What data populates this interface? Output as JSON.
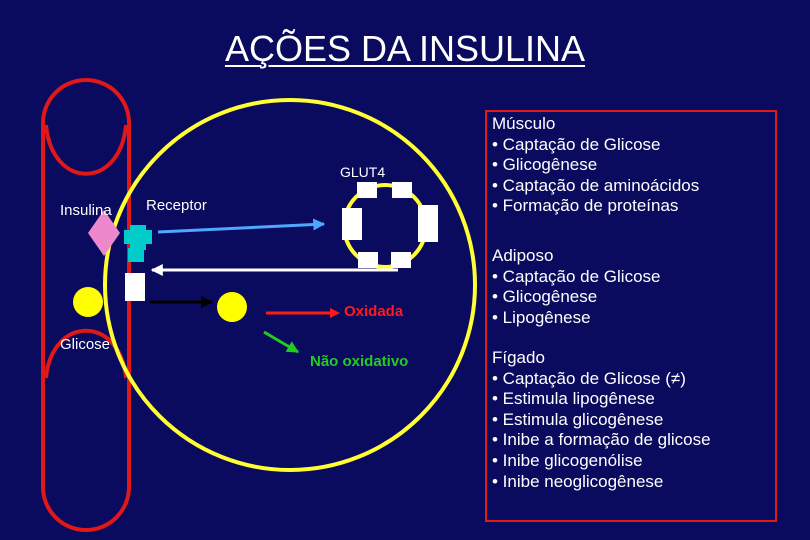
{
  "title": "AÇÕES DA INSULINA",
  "labels": {
    "glut4": "GLUT4",
    "insulina": "Insulina",
    "receptor": "Receptor",
    "glicose": "Glicose",
    "oxidada": "Oxidada",
    "nao_oxidativo": "Não oxidativo"
  },
  "colors": {
    "background": "#0a0a5e",
    "vessel": "#e01818",
    "cell": "#ffff33",
    "insulin": "#ee88cc",
    "receptor": "#00cccc",
    "glucose": "#ffff00",
    "oxidada": "#ff1a1a",
    "nao_oxidativo": "#22cc22",
    "arrow_blue": "#4fa8ff"
  },
  "sections": [
    {
      "heading": "Músculo",
      "items": [
        "• Captação de Glicose",
        "• Glicogênese",
        "• Captação de aminoácidos",
        "• Formação de proteínas"
      ]
    },
    {
      "heading": "Adiposo",
      "items": [
        "• Captação de Glicose",
        "• Glicogênese",
        "• Lipogênese"
      ]
    },
    {
      "heading": "Fígado",
      "items": [
        "• Captação de Glicose (≠)",
        "• Estimula lipogênese",
        "• Estimula glicogênese",
        "• Inibe a formação de glicose",
        "• Inibe glicogenólise",
        "• Inibe neoglicogênese"
      ]
    }
  ]
}
